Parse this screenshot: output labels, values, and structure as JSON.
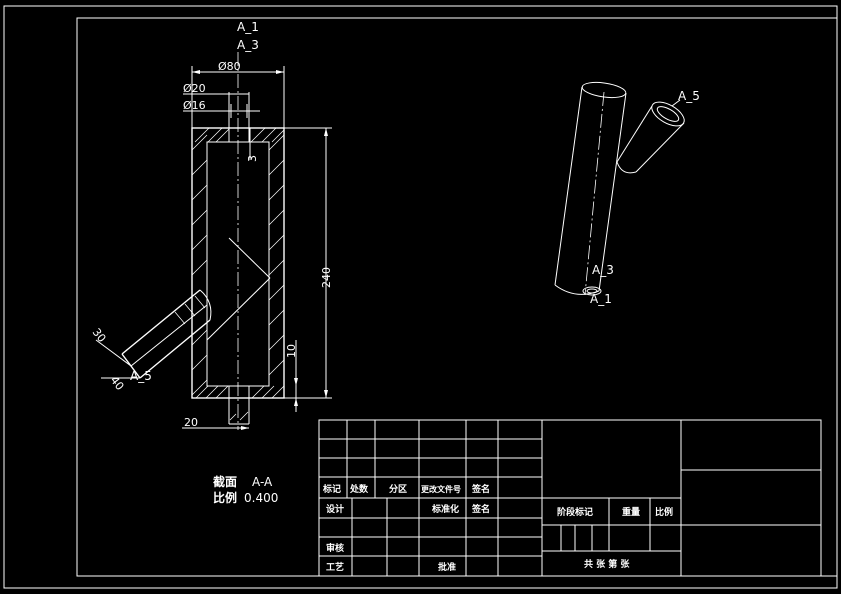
{
  "section_labels": {
    "a1": "A_1",
    "a3": "A_3",
    "a5": "A_5"
  },
  "dimensions": {
    "d80": "Ø80",
    "d20": "Ø20",
    "d16": "Ø16",
    "wall": "3",
    "height": "240",
    "bottom": "10",
    "offset": "20",
    "branch_30": "30",
    "branch_40": "40"
  },
  "view_caption": {
    "section_word": "截面",
    "section_name": "A-A",
    "scale_word": "比例",
    "scale_value": "0.400"
  },
  "iso_labels": {
    "a5": "A_5",
    "a3": "A_3",
    "a1": "A_1"
  },
  "title_block": {
    "mark": "标记",
    "count": "处数",
    "zone": "分区",
    "change_doc": "更改文件号",
    "sign": "签名",
    "design": "设计",
    "standardize": "标准化",
    "sign2": "签名",
    "review": "审核",
    "process": "工艺",
    "approve": "批准",
    "stage_mark": "阶段标记",
    "weight": "重量",
    "scale": "比例",
    "sheets": "共 张  第 张"
  }
}
